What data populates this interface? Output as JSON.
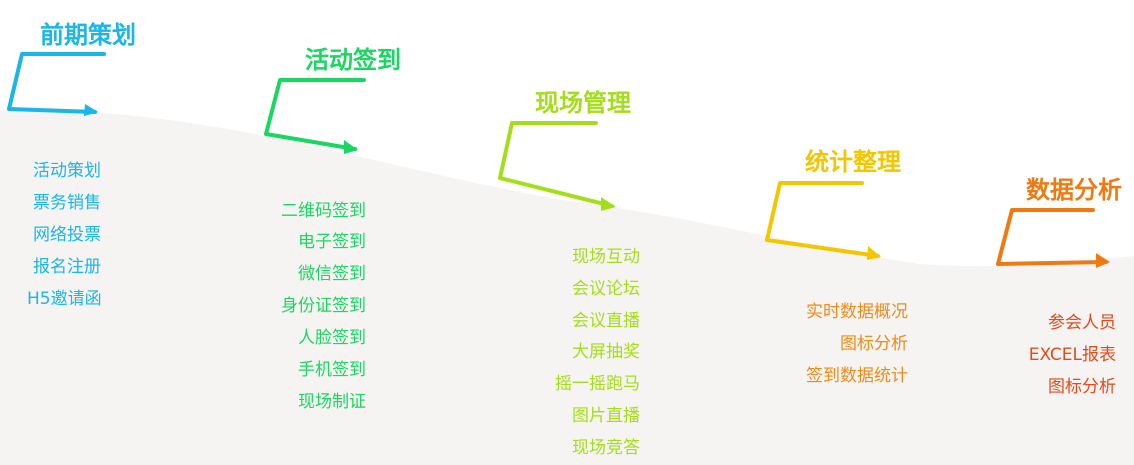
{
  "stages": [
    {
      "title": "前期策划",
      "color": "#19b6ea",
      "items": [
        "活动策划",
        "票务销售",
        "网络投票",
        "报名注册",
        "H5邀请函"
      ]
    },
    {
      "title": "活动签到",
      "color": "#19d760",
      "items": [
        "二维码签到",
        "电子签到",
        "微信签到",
        "身份证签到",
        "人脸签到",
        "手机签到",
        "现场制证"
      ]
    },
    {
      "title": "现场管理",
      "color": "#a4de18",
      "items": [
        "现场互动",
        "会议论坛",
        "会议直播",
        "大屏抽奖",
        "摇一摇跑马",
        "图片直播",
        "现场竞答"
      ]
    },
    {
      "title": "统计整理",
      "color": "#f3c600",
      "item_color": "#f08a18",
      "items": [
        "实时数据概况",
        "图标分析",
        "签到数据统计"
      ]
    },
    {
      "title": "数据分析",
      "color": "#f07a10",
      "item_color": "#e44a1c",
      "items": [
        "参会人员",
        "EXCEL报表",
        "图标分析"
      ]
    }
  ],
  "colors": {
    "background": "#ffffff",
    "band": "#f6f4f2"
  }
}
